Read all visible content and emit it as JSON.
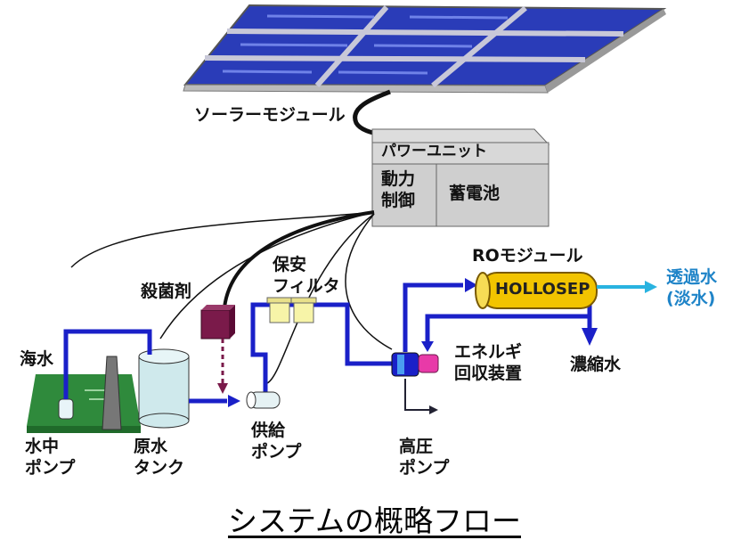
{
  "labels": {
    "solar_module": "ソーラーモジュール",
    "power_unit": "パワーユニット",
    "power_control": "動力\n制御",
    "battery": "蓄電池",
    "disinfectant": "殺菌剤",
    "safety_filter": "保安\nフィルタ",
    "ro_module": "ROモジュール",
    "ro_brand": "HOLLOSEP",
    "permeate": "透過水\n(淡水)",
    "seawater": "海水",
    "energy_recovery": "エネルギ\n回収装置",
    "concentrate": "濃縮水",
    "submersible_pump": "水中\nポンプ",
    "raw_water_tank": "原水\nタンク",
    "feed_pump": "供給\nポンプ",
    "high_pressure_pump": "高圧\nポンプ"
  },
  "caption": "システムの概略フロー",
  "colors": {
    "pipe": "#1a20c8",
    "solar_panel": "#1c2aa0",
    "seawater": "#2f8a3c",
    "ro_module": "#f2c400",
    "permeate_arrow": "#29b3e0",
    "disinfectant_box": "#7a1a4a"
  }
}
